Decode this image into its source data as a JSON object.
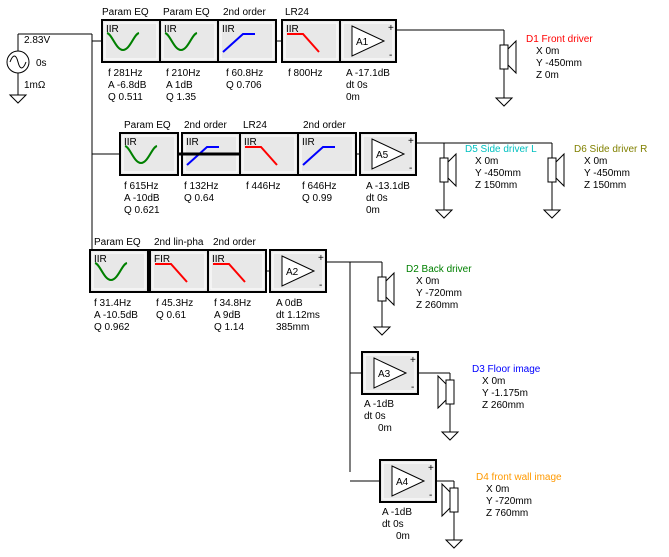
{
  "source": {
    "voltage": "2.83V",
    "delay": "0s",
    "impedance": "1mΩ"
  },
  "chains": [
    {
      "blocks": [
        {
          "kind": "IIR",
          "title": "Param EQ",
          "curve": "peak",
          "params": [
            "f  281Hz",
            "A  -6.8dB",
            "Q  0.511"
          ]
        },
        {
          "kind": "IIR",
          "title": "Param EQ",
          "curve": "peak",
          "params": [
            "f  210Hz",
            "A  1dB",
            "Q  1.35"
          ]
        },
        {
          "kind": "IIR",
          "title": "2nd order",
          "curve": "hp",
          "params": [
            "f  60.8Hz",
            "Q  0.706"
          ]
        },
        {
          "kind": "IIR",
          "title": "LR24",
          "curve": "lp",
          "params": [
            "f  800Hz"
          ]
        }
      ],
      "amp": {
        "label": "A1",
        "params": [
          "A  -17.1dB",
          "dt 0s",
          "0m"
        ]
      }
    },
    {
      "blocks": [
        {
          "kind": "IIR",
          "title": "Param EQ",
          "curve": "peak",
          "params": [
            "f  615Hz",
            "A  -10dB",
            "Q  0.621"
          ]
        },
        {
          "kind": "IIR",
          "title": "2nd order",
          "curve": "hp",
          "params": [
            "f  132Hz",
            "Q  0.64"
          ]
        },
        {
          "kind": "IIR",
          "title": "LR24",
          "curve": "lp",
          "params": [
            "f  446Hz"
          ]
        },
        {
          "kind": "IIR",
          "title": "2nd order",
          "curve": "hp",
          "params": [
            "f  646Hz",
            "Q  0.99"
          ]
        }
      ],
      "amp": {
        "label": "A5",
        "params": [
          "A  -13.1dB",
          "dt 0s",
          "0m"
        ]
      }
    },
    {
      "blocks": [
        {
          "kind": "IIR",
          "title": "Param EQ",
          "curve": "peak",
          "params": [
            "f  31.4Hz",
            "A  -10.5dB",
            "Q  0.962"
          ]
        },
        {
          "kind": "FIR",
          "title": "2nd lin-pha",
          "curve": "lp",
          "params": [
            "f  45.3Hz",
            "Q  0.61"
          ]
        },
        {
          "kind": "IIR",
          "title": "2nd order",
          "curve": "lp",
          "params": [
            "f  34.8Hz",
            "A  9dB",
            "Q  1.14"
          ]
        }
      ],
      "amp": {
        "label": "A2",
        "params": [
          "A  0dB",
          "dt 1.12ms",
          "385mm"
        ]
      }
    }
  ],
  "extra_amps": [
    {
      "label": "A3",
      "params": [
        "A  -1dB",
        "dt 0s",
        "0m"
      ]
    },
    {
      "label": "A4",
      "params": [
        "A  -1dB",
        "dt 0s",
        "0m"
      ]
    }
  ],
  "drivers": [
    {
      "name": "D1 Front driver",
      "color": "#ff0000",
      "coords": [
        "X 0m",
        "Y -450mm",
        "Z 0m"
      ]
    },
    {
      "name": "D5 Side driver L",
      "color": "#00c0c0",
      "coords": [
        "X 0m",
        "Y -450mm",
        "Z 150mm"
      ]
    },
    {
      "name": "D6 Side driver R",
      "color": "#808000",
      "coords": [
        "X 0m",
        "Y -450mm",
        "Z 150mm"
      ]
    },
    {
      "name": "D2 Back driver",
      "color": "#008000",
      "coords": [
        "X 0m",
        "Y -720mm",
        "Z 260mm"
      ]
    },
    {
      "name": "D3 Floor image",
      "color": "#0000ff",
      "coords": [
        "X 0m",
        "Y -1.175m",
        "Z 260mm"
      ]
    },
    {
      "name": "D4 front wall image",
      "color": "#ff9900",
      "coords": [
        "X 0m",
        "Y -720mm",
        "Z 760mm"
      ]
    }
  ],
  "colors": {
    "peak_curve": "#008000",
    "hp_curve": "#0000ff",
    "lp_curve": "#ff0000",
    "block_fill": "#e8e8e8",
    "wire": "#000000"
  }
}
